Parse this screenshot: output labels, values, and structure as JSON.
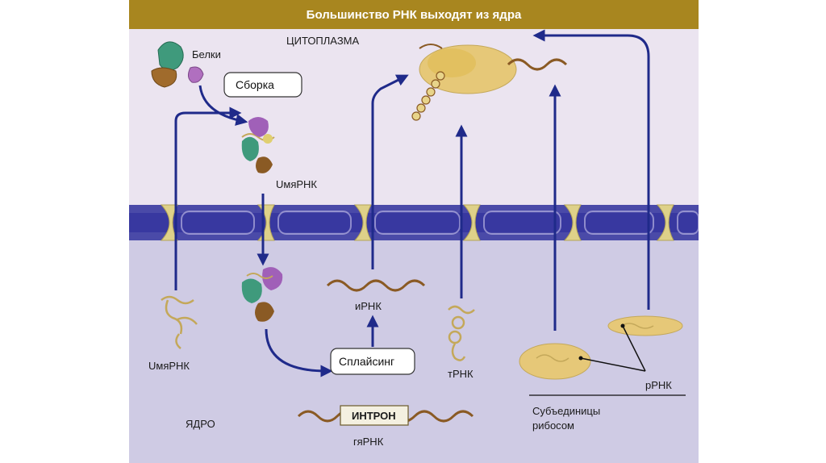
{
  "title": "Большинство РНК выходят из ядра",
  "regions": {
    "cytoplasm": "ЦИТОПЛАЗМА",
    "nucleus": "ЯДРО"
  },
  "labels": {
    "proteins": "Белки",
    "assembly": "Сборка",
    "snrna_upper": "UмяРНК",
    "snrna_lower": "UмяРНК",
    "mrna": "иРНК",
    "splicing": "Сплайсинг",
    "intron": "ИНТРОН",
    "hnrna": "гяРНК",
    "trna": "тРНК",
    "rrna": "рРНК",
    "ribosome_subunits_1": "Субъединицы",
    "ribosome_subunits_2": "рибосом"
  },
  "colors": {
    "header": "#a8861f",
    "cytoplasm": "#ebe4f0",
    "nucleus": "#cfcbe4",
    "membrane": "#4a4aa8",
    "membrane_pore": "#e0d48a",
    "arrow": "#1f2a8a",
    "rna": "#b07a2a",
    "ribosome": "#e6c878"
  }
}
